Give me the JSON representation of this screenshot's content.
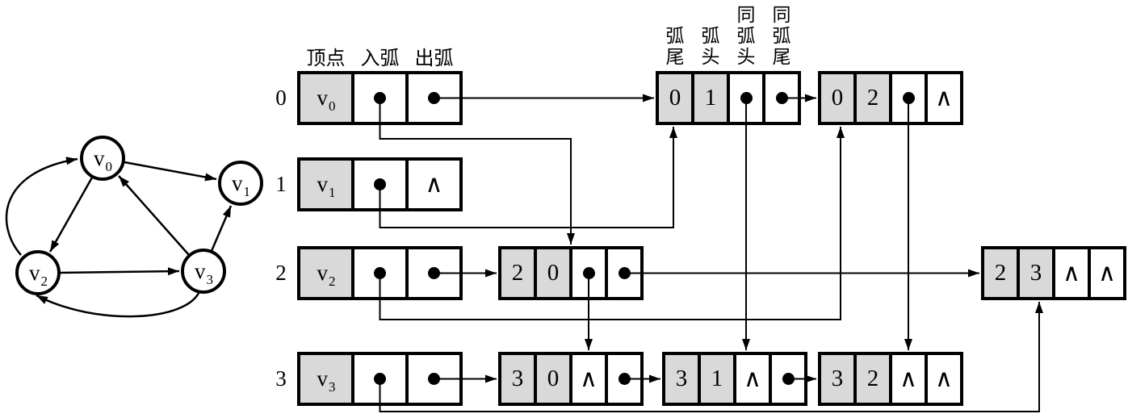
{
  "colors": {
    "shaded_cell": "#d9d9d9",
    "line": "#000000",
    "background": "#ffffff"
  },
  "headers": {
    "vertex": [
      "顶点",
      "入弧",
      "出弧"
    ],
    "arc": [
      "弧尾",
      "弧头",
      "同弧头",
      "同弧尾"
    ]
  },
  "rows": [
    {
      "index": "0",
      "vertex": {
        "base": "v",
        "sub": "0"
      },
      "firstin": "pointer",
      "firstout": "pointer"
    },
    {
      "index": "1",
      "vertex": {
        "base": "v",
        "sub": "1"
      },
      "firstin": "pointer",
      "firstout": "∧"
    },
    {
      "index": "2",
      "vertex": {
        "base": "v",
        "sub": "2"
      },
      "firstin": "pointer",
      "firstout": "pointer"
    },
    {
      "index": "3",
      "vertex": {
        "base": "v",
        "sub": "3"
      },
      "firstin": "pointer",
      "firstout": "pointer"
    }
  ],
  "arc_nodes": [
    {
      "tailvex": "0",
      "headvex": "1",
      "hlink": "pointer",
      "tlink": "pointer"
    },
    {
      "tailvex": "0",
      "headvex": "2",
      "hlink": "pointer",
      "tlink": "∧"
    },
    {
      "tailvex": "2",
      "headvex": "0",
      "hlink": "pointer",
      "tlink": "pointer"
    },
    {
      "tailvex": "2",
      "headvex": "3",
      "hlink": "∧",
      "tlink": "∧"
    },
    {
      "tailvex": "3",
      "headvex": "0",
      "hlink": "∧",
      "tlink": "pointer"
    },
    {
      "tailvex": "3",
      "headvex": "1",
      "hlink": "∧",
      "tlink": "pointer"
    },
    {
      "tailvex": "3",
      "headvex": "2",
      "hlink": "∧",
      "tlink": "∧"
    }
  ],
  "graph": {
    "vertices": [
      {
        "base": "v",
        "sub": "0"
      },
      {
        "base": "v",
        "sub": "1"
      },
      {
        "base": "v",
        "sub": "2"
      },
      {
        "base": "v",
        "sub": "3"
      }
    ],
    "edges": [
      {
        "from": "v0",
        "to": "v1"
      },
      {
        "from": "v0",
        "to": "v2"
      },
      {
        "from": "v2",
        "to": "v0"
      },
      {
        "from": "v2",
        "to": "v3"
      },
      {
        "from": "v3",
        "to": "v0"
      },
      {
        "from": "v3",
        "to": "v1"
      },
      {
        "from": "v3",
        "to": "v2"
      }
    ]
  }
}
